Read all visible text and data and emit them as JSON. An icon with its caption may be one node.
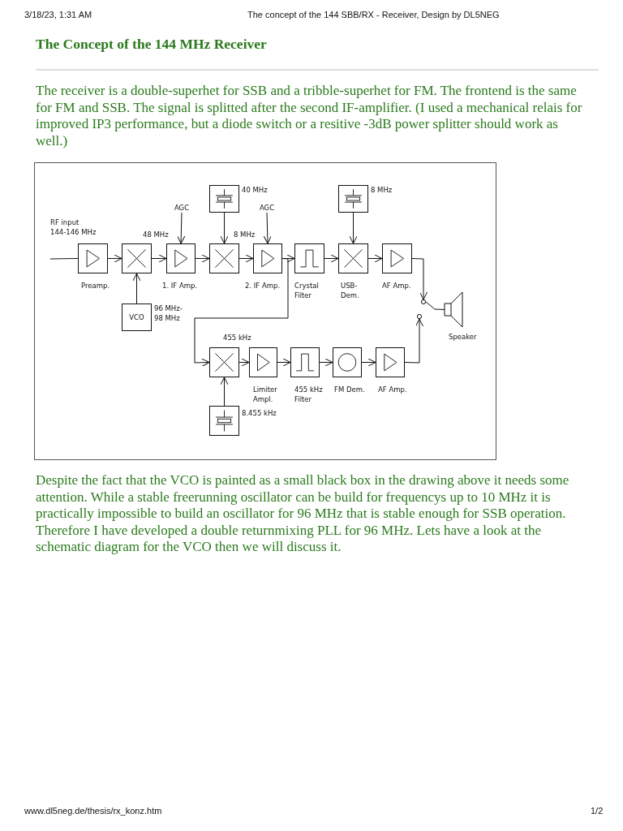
{
  "diagram": {
    "title": "The Concept of the 144 MHz Receiver",
    "nodes": [
      {
        "text": [
          "AGC"
        ]
      },
      {
        "text": [
          "AGC"
        ]
      },
      {
        "text": [],
        "shape": "box",
        "beside": [
          "40 MHz"
        ]
      },
      {
        "text": [],
        "shape": "box",
        "beside": [
          "8 MHz"
        ]
      },
      {
        "text": [
          "Preamp."
        ]
      },
      {
        "text": [],
        "shape": "box"
      },
      {
        "text": [
          "1. IF Amp."
        ]
      },
      {
        "text": [],
        "shape": "box"
      },
      {
        "text": [
          "2. IF Amp."
        ]
      },
      {
        "text": [
          "Crystal Filter"
        ]
      },
      {
        "text": [
          "USB- Dem."
        ]
      },
      {
        "text": [
          "AF Amp."
        ]
      },
      {
        "text": [],
        "shape": "circle"
      },
      {
        "text": [
          "Speaker"
        ]
      },
      {
        "text": [
          "VCO"
        ],
        "beside": [
          "96 MHz- 98 MHz"
        ]
      },
      {
        "text": [],
        "shape": "circle"
      },
      {
        "text": [],
        "shape": "box",
        "beside": [
          "455 kHz"
        ]
      },
      {
        "text": [
          "Limiter Ampl."
        ]
      },
      {
        "text": [
          "455 kHz Filter"
        ]
      },
      {
        "text": [
          "FM Dem."
        ]
      },
      {
        "text": [
          "AF Amp."
        ]
      },
      {
        "text": [],
        "shape": "box",
        "beside": [
          "8.455 kHz"
        ]
      }
    ],
    "edges": [
      {
        "from": null,
        "to": 4,
        "arrow": "none"
      },
      {
        "from": 4,
        "to": 5,
        "arrow": "to"
      },
      {
        "from": 5,
        "to": 6,
        "arrow": "to",
        "label": "48 MHz"
      },
      {
        "from": 6,
        "to": 7,
        "arrow": "to"
      },
      {
        "from": 7,
        "to": 8,
        "arrow": "to",
        "label": "8 MHz"
      },
      {
        "from": 8,
        "to": 9,
        "arrow": "to"
      },
      {
        "from": 9,
        "to": 10,
        "arrow": "to"
      },
      {
        "from": 10,
        "to": 11,
        "arrow": "to"
      },
      {
        "from": 14,
        "to": 5,
        "arrow": "to"
      },
      {
        "from": 2,
        "to": 7,
        "arrow": "to"
      },
      {
        "from": 3,
        "to": 10,
        "arrow": "to"
      },
      {
        "from": 0,
        "to": 6,
        "arrow": "to"
      },
      {
        "from": 1,
        "to": 8,
        "arrow": "to"
      },
      {
        "from": 8,
        "to": 16,
        "arrow": "to"
      },
      {
        "from": 16,
        "to": 17,
        "arrow": "to"
      },
      {
        "from": 17,
        "to": 18,
        "arrow": "to"
      },
      {
        "from": 18,
        "to": 19,
        "arrow": "to"
      },
      {
        "from": 19,
        "to": 20,
        "arrow": "to"
      },
      {
        "from": 21,
        "to": 16,
        "arrow": "to"
      },
      {
        "from": 11,
        "to": 12,
        "arrow": "to"
      },
      {
        "from": 20,
        "to": 15,
        "arrow": "to"
      },
      {
        "from": 12,
        "to": 13,
        "arrow": "none"
      }
    ],
    "labels": [
      "3/18/23, 1:31 AM",
      "The concept of the 144 SBB/RX - Receiver, Design by DL5NEG",
      "The receiver is a double-superhet for SSB and a tribble-superhet for FM. The frontend is the same for FM and SSB. The signal is splitted after the second IF-amplifier. (I used a mechanical relais for improved IP3 performance, but a diode switch or a resitive -3dB power splitter should work as well.)",
      "RF input 144-146 MHz",
      "Despite the fact that the VCO is painted as a small black box in the drawing above it needs some attention. While a stable freerunning oscillator can be build for frequencys up to 10 MHz it is practically impossible to build an oscillator for 96 MHz that is stable enough for SSB operation. Therefore I have developed a double returnmixing PLL for 96 MHz. Lets have a look at the schematic diagram for the VCO then we will discuss it.",
      "www.dl5neg.de/thesis/rx_konz.htm",
      "1/2"
    ]
  }
}
